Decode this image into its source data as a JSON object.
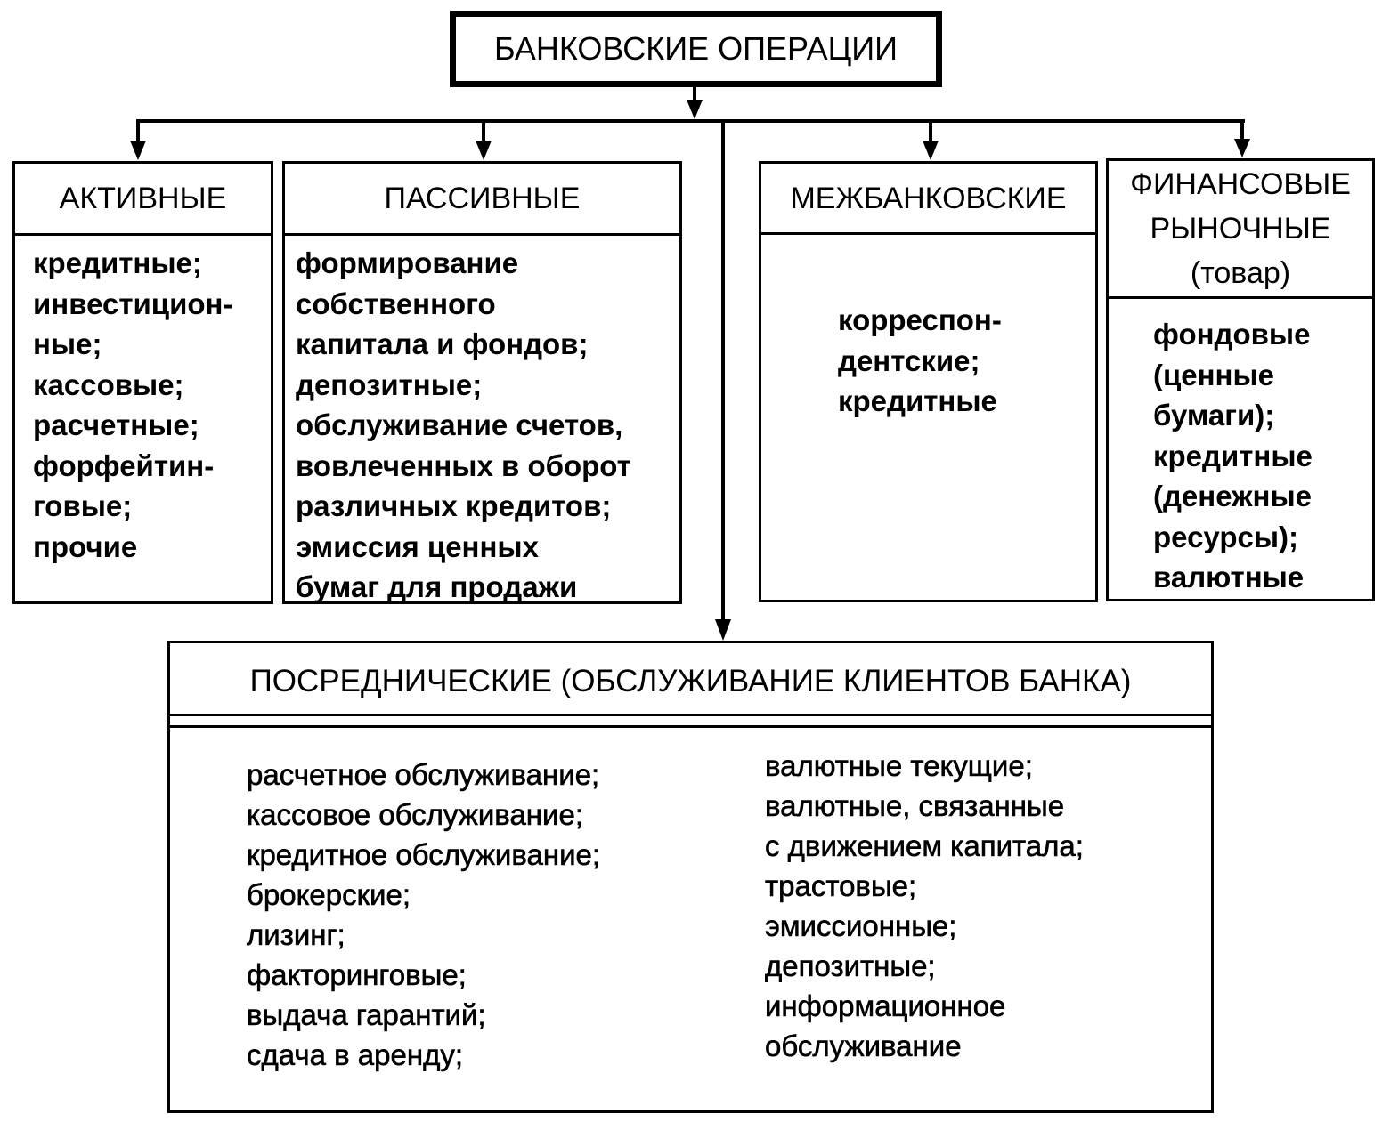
{
  "root": {
    "title": "БАНКОВСКИЕ ОПЕРАЦИИ"
  },
  "categories": [
    {
      "title": "АКТИВНЫЕ",
      "items": "кредитные;\nинвестицион-\nные;\nкассовые;\nрасчетные;\nфорфейтин-\nговые;\nпрочие"
    },
    {
      "title": "ПАССИВНЫЕ",
      "items": "формирование\nсобственного\nкапитала и фондов;\nдепозитные;\nобслуживание счетов,\nвовлеченных в оборот\nразличных кредитов;\nэмиссия ценных\nбумаг для продажи"
    },
    {
      "title": "МЕЖБАНКОВСКИЕ",
      "items": "корреспон-\nдентские;\nкредитные"
    },
    {
      "title": "ФИНАНСОВЫЕ\nРЫНОЧНЫЕ\n(товар)",
      "items": "фондовые\n(ценные\nбумаги);\nкредитные\n(денежные\nресурсы);\nвалютные"
    }
  ],
  "intermediary": {
    "title": "ПОСРЕДНИЧЕСКИЕ (ОБСЛУЖИВАНИЕ КЛИЕНТОВ БАНКА)",
    "items_left": "расчетное обслуживание;\nкассовое обслуживание;\nкредитное обслуживание;\nброкерские;\nлизинг;\nфакторинговые;\nвыдача гарантий;\nсдача в аренду;",
    "items_right": "валютные текущие;\nвалютные, связанные\nс движением капитала;\nтрастовые;\nэмиссионные;\nдепозитные;\nинформационное\nобслуживание"
  }
}
